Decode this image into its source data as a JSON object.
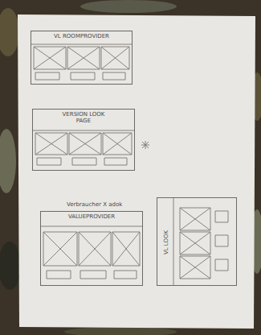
{
  "diagram": {
    "nodes": [
      {
        "text": [
          "VL ROOMPROVIDER"
        ]
      },
      {
        "text": [
          "VERSION LOOK PAGE"
        ]
      },
      {
        "text": [
          "Verbraucher X adok",
          "VALUEPROVIDER"
        ]
      },
      {
        "text": [
          "VL LOOK"
        ]
      }
    ]
  }
}
